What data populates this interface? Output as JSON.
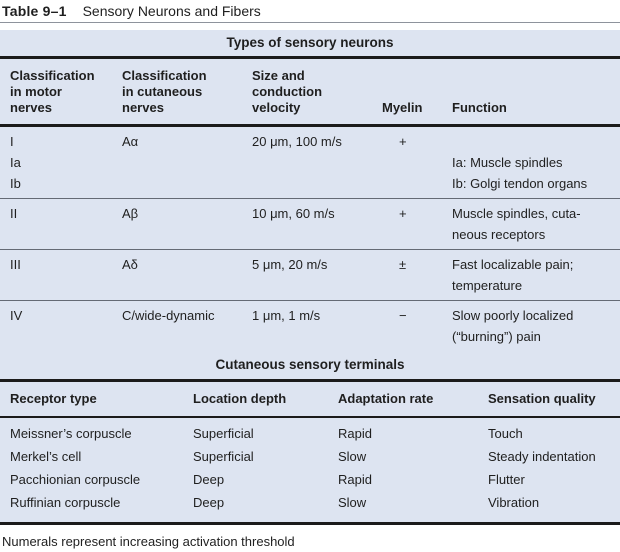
{
  "title": {
    "label": "Table 9–1",
    "caption": "Sensory Neurons and Fibers"
  },
  "colors": {
    "table_background": "#dde4f1",
    "rule_dark": "#1b1b1b",
    "rule_thin": "#646a75"
  },
  "neurons": {
    "banner": "Types of sensory neurons",
    "headers": {
      "motor": "Classification\nin motor\nnerves",
      "cutaneous": "Classification\nin cutaneous\nnerves",
      "size": "Size and\nconduction\nvelocity",
      "myelin": "Myelin",
      "function": "Function"
    },
    "rows": [
      {
        "motor": "I\nIa\nIb",
        "cutaneous": "Aα",
        "size": "20 μm, 100 m/s",
        "myelin": "+",
        "function": "\nIa: Muscle spindles\nIb: Golgi tendon organs"
      },
      {
        "motor": "II",
        "cutaneous": "Aβ",
        "size": "10 μm, 60 m/s",
        "myelin": "+",
        "function": "Muscle spindles, cuta-\nneous receptors"
      },
      {
        "motor": "III",
        "cutaneous": "Aδ",
        "size": "5 μm, 20 m/s",
        "myelin": "±",
        "function": "Fast localizable pain;\ntemperature"
      },
      {
        "motor": "IV",
        "cutaneous": "C/wide-dynamic",
        "size": "1 μm, 1 m/s",
        "myelin": "−",
        "function": "Slow poorly localized\n(“burning”) pain"
      }
    ]
  },
  "terminals": {
    "banner": "Cutaneous sensory terminals",
    "headers": [
      "Receptor type",
      "Location depth",
      "Adaptation rate",
      "Sensation quality"
    ],
    "rows": [
      [
        "Meissner’s corpuscle",
        "Superficial",
        "Rapid",
        "Touch"
      ],
      [
        "Merkel’s cell",
        "Superficial",
        "Slow",
        "Steady indentation"
      ],
      [
        "Pacchionian corpuscle",
        "Deep",
        "Rapid",
        "Flutter"
      ],
      [
        "Ruffinian corpuscle",
        "Deep",
        "Slow",
        "Vibration"
      ]
    ]
  },
  "footnote": "Numerals represent increasing activation threshold"
}
